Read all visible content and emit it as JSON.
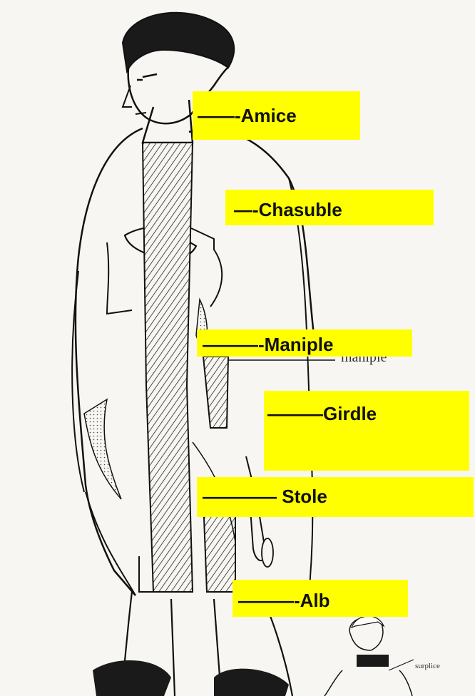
{
  "labels": {
    "amice": "——-Amice",
    "chasuble": "—-Chasuble",
    "maniple": "———-Maniple",
    "girdle": "———Girdle",
    "stole": "———— Stole",
    "alb": "———-Alb"
  },
  "underlying_text": {
    "maniple": "maniple",
    "surplice": "surplice"
  },
  "colors": {
    "label_bg": "#ffff00",
    "line_art": "#111111",
    "paper": "#f7f6f2"
  }
}
